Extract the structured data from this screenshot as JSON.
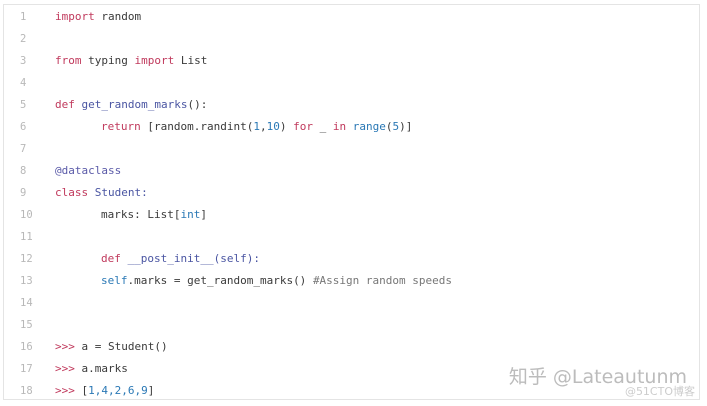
{
  "code_block": {
    "lines": [
      {
        "n": "1",
        "text": "import random"
      },
      {
        "n": "2",
        "text": ""
      },
      {
        "n": "3",
        "text": "from typing import List"
      },
      {
        "n": "4",
        "text": ""
      },
      {
        "n": "5",
        "text": "def get_random_marks():"
      },
      {
        "n": "6",
        "text": "    return [random.randint(1,10) for _ in range(5)]"
      },
      {
        "n": "7",
        "text": ""
      },
      {
        "n": "8",
        "text": "@dataclass"
      },
      {
        "n": "9",
        "text": "class Student:"
      },
      {
        "n": "10",
        "text": "    marks: List[int]"
      },
      {
        "n": "11",
        "text": ""
      },
      {
        "n": "12",
        "text": "    def __post_init__(self):"
      },
      {
        "n": "13",
        "text": "    self.marks = get_random_marks() #Assign random speeds"
      },
      {
        "n": "14",
        "text": ""
      },
      {
        "n": "15",
        "text": ""
      },
      {
        "n": "16",
        "text": ">>> a = Student()"
      },
      {
        "n": "17",
        "text": ">>> a.marks"
      },
      {
        "n": "18",
        "text": ">>> [1,4,2,6,9]"
      }
    ]
  },
  "tokens": {
    "l1_kw": "import",
    "l1_rest": " random",
    "l3_kw1": "from",
    "l3_mid": " typing ",
    "l3_kw2": "import",
    "l3_rest": " List",
    "l5_kw": "def",
    "l5_fn": " get_random_marks",
    "l5_rest": "():",
    "l6_kw": "return",
    "l6_a": " [random.randint(",
    "l6_n1": "1",
    "l6_c": ",",
    "l6_n2": "10",
    "l6_b": ") ",
    "l6_for": "for",
    "l6_u": " _ ",
    "l6_in": "in",
    "l6_range": " range",
    "l6_p": "(",
    "l6_n3": "5",
    "l6_end": ")]",
    "l8_dec": "@dataclass",
    "l9_kw": "class",
    "l9_rest": " Student:",
    "l10_a": "marks: List[",
    "l10_int": "int",
    "l10_b": "]",
    "l12_kw": "def",
    "l12_rest": " __post_init__(self):",
    "l13_self": "self",
    "l13_rest": ".marks = get_random_marks() ",
    "l13_cm": "#Assign random speeds",
    "l16_p": ">>>",
    "l16_rest": " a = Student()",
    "l17_p": ">>>",
    "l17_rest": " a.marks",
    "l18_p": ">>>",
    "l18_a": " [",
    "l18_nums": "1,4,2,6,9",
    "l18_b": "]"
  },
  "watermark": {
    "primary": "知乎 @Lateautunm",
    "secondary": "@51CTO博客"
  }
}
